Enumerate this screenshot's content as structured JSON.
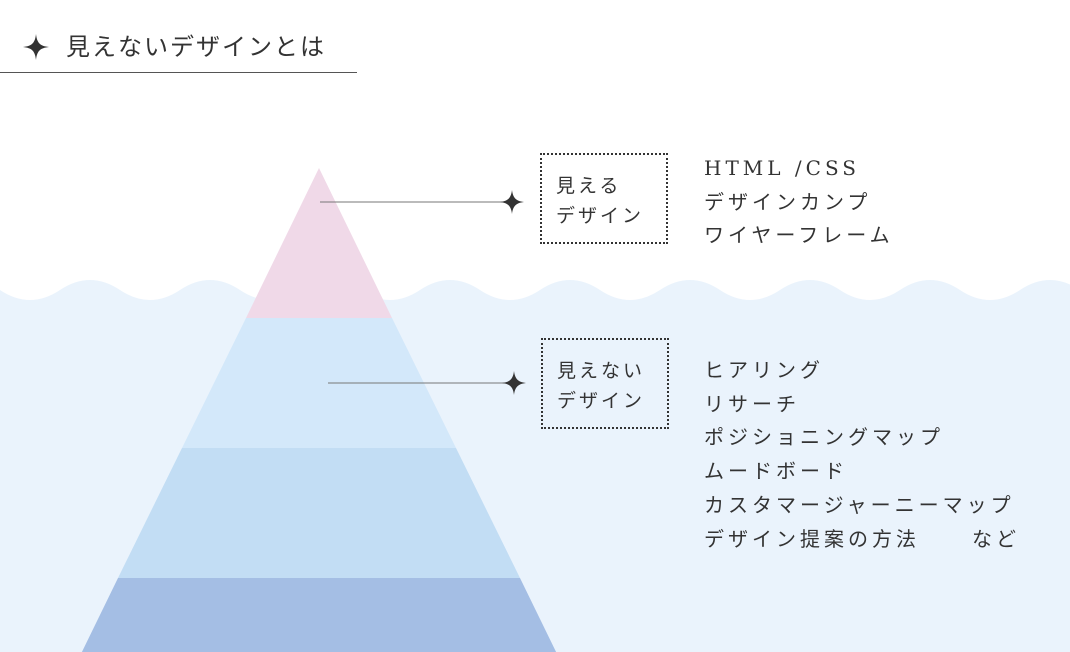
{
  "header": {
    "title": "見えないデザインとは",
    "icon": "sparkle-icon"
  },
  "diagram": {
    "visible": {
      "label_lines": [
        "見える",
        "デザイン"
      ],
      "items": [
        "HTML /CSS",
        "デザインカンプ",
        "ワイヤーフレーム"
      ]
    },
    "invisible": {
      "label_lines": [
        "見えない",
        "デザイン"
      ],
      "items": [
        "ヒアリング",
        "リサーチ",
        "ポジショニングマップ",
        "ムードボード",
        "カスタマージャーニーマップ",
        "デザイン提案の方法"
      ],
      "suffix": "など"
    }
  },
  "colors": {
    "text": "#333333",
    "water": "#eaf3fc",
    "tier_top": "#f0d9e8",
    "tier_2": "#d3e8fa",
    "tier_3": "#c2ddf4",
    "tier_4": "#a4bee4",
    "connector": "#777777"
  }
}
